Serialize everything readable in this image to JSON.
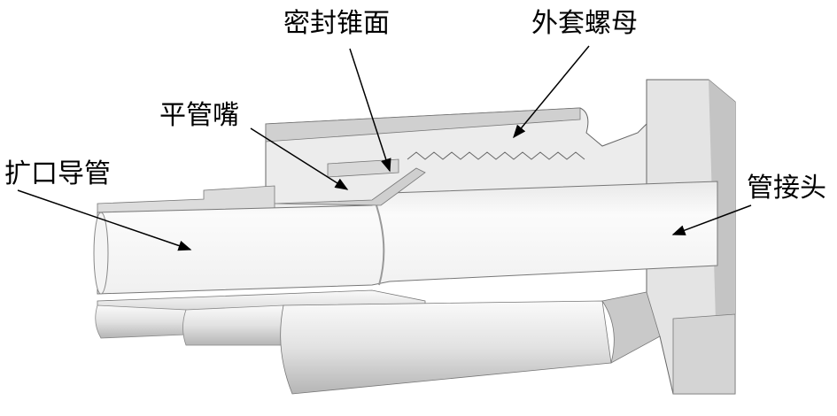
{
  "labels": {
    "sealing_cone": "密封锥面",
    "outer_nut": "外套螺母",
    "flat_nozzle": "平管嘴",
    "flared_tube": "扩口导管",
    "pipe_joint": "管接头"
  },
  "colors": {
    "metal_light": "#f2f2f2",
    "metal_mid": "#d6d6d6",
    "metal_dark": "#a8a8a8",
    "outline": "#555555"
  }
}
